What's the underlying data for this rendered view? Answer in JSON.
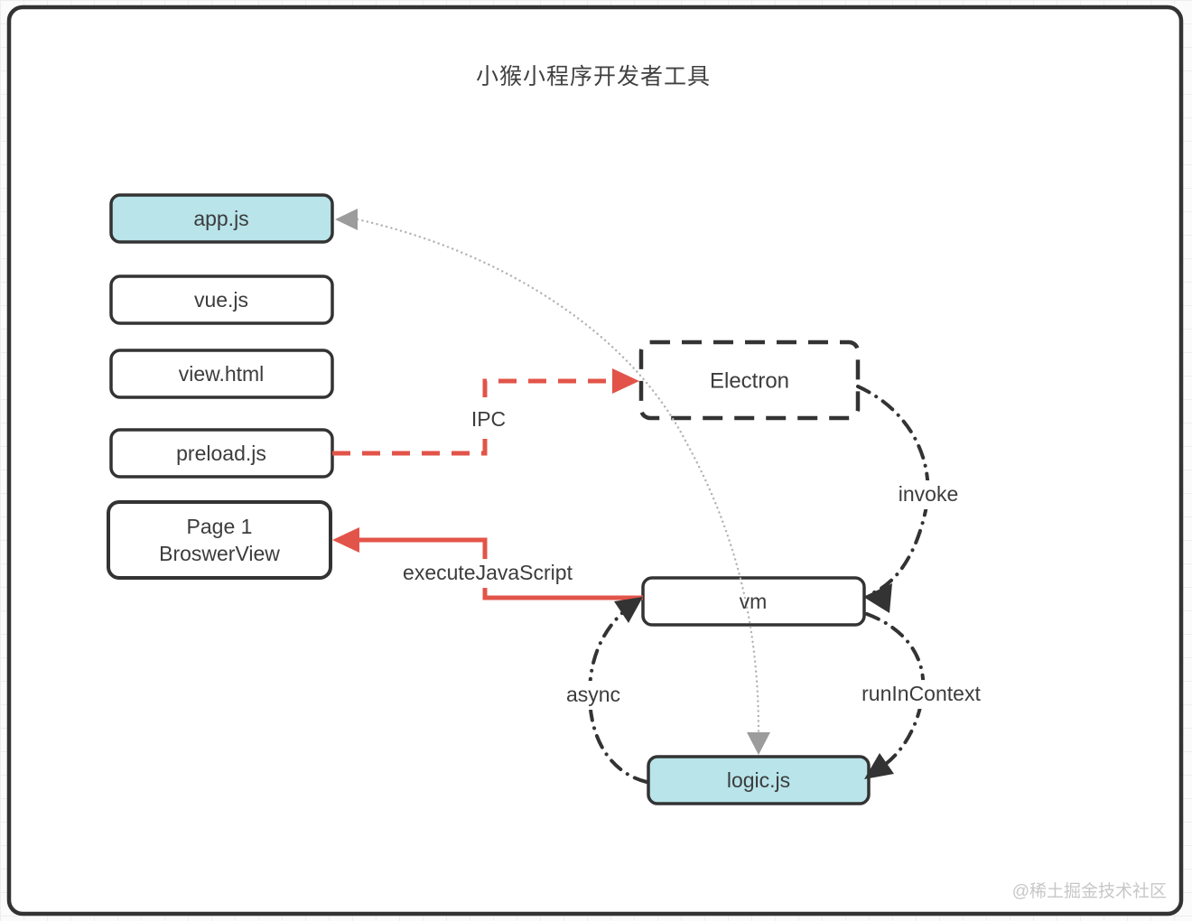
{
  "title": "小猴小程序开发者工具",
  "watermark": "@稀土掘金技术社区",
  "nodes": {
    "app": {
      "label": "app.js"
    },
    "vue": {
      "label": "vue.js"
    },
    "view": {
      "label": "view.html"
    },
    "preload": {
      "label": "preload.js"
    },
    "page1": {
      "label_line1": "Page 1",
      "label_line2": "BroswerView"
    },
    "electron": {
      "label": "Electron"
    },
    "vm": {
      "label": "vm"
    },
    "logic": {
      "label": "logic.js"
    }
  },
  "edges": {
    "ipc": {
      "label": "IPC"
    },
    "execute": {
      "label": "executeJavaScript"
    },
    "invoke": {
      "label": "invoke"
    },
    "async": {
      "label": "async"
    },
    "run_in_context": {
      "label": "runInContext"
    }
  },
  "colors": {
    "accent_red": "#e25449",
    "node_fill_cyan": "#b8e4ea",
    "stroke_dark": "#333333",
    "dotted_gray": "#b3b3b3",
    "arrow_gray": "#9c9c9c",
    "watermark_gray": "#c7c7c7"
  }
}
